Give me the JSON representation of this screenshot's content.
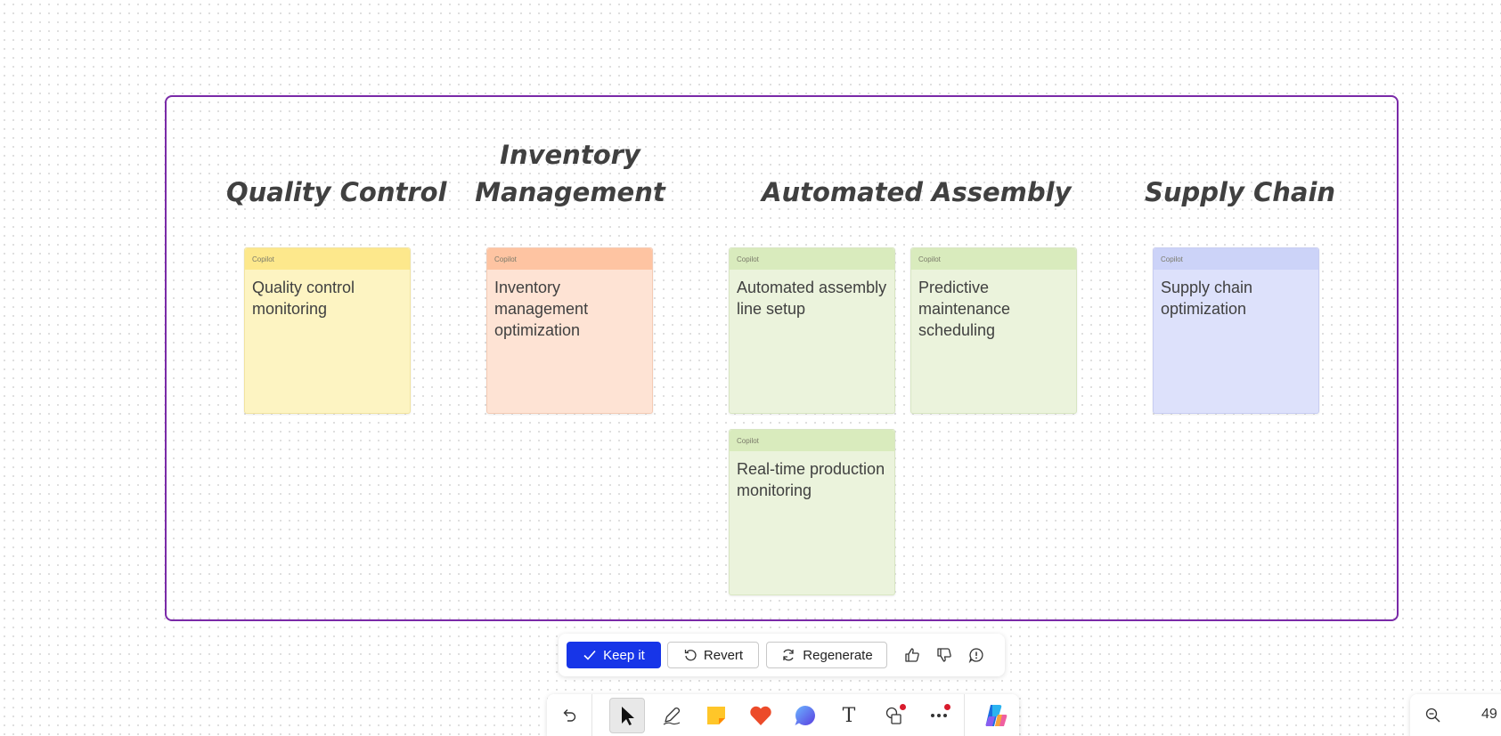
{
  "board": {
    "columns": [
      {
        "title_lines": [
          "Quality Control"
        ]
      },
      {
        "title_lines": [
          "Inventory",
          "Management"
        ]
      },
      {
        "title_lines": [
          "Automated Assembly"
        ]
      },
      {
        "title_lines": [
          "Supply Chain"
        ]
      }
    ],
    "notes": [
      {
        "author": "Copilot",
        "text": "Quality control monitoring",
        "color": "#fdf4c2"
      },
      {
        "author": "Copilot",
        "text": "Inventory management optimization",
        "color": "#fee3d4"
      },
      {
        "author": "Copilot",
        "text": "Automated assembly line setup",
        "color": "#ebf3dc"
      },
      {
        "author": "Copilot",
        "text": "Predictive maintenance scheduling",
        "color": "#ebf3dc"
      },
      {
        "author": "Copilot",
        "text": "Real-time production monitoring",
        "color": "#ebf3dc"
      },
      {
        "author": "Copilot",
        "text": "Supply chain optimization",
        "color": "#dde1fb"
      }
    ],
    "frame_color": "#7a2aa8"
  },
  "ai_bar": {
    "keep_label": "Keep it",
    "revert_label": "Revert",
    "regenerate_label": "Regenerate",
    "keep_color": "#1735e8",
    "icons": [
      "check-icon",
      "revert-icon",
      "regenerate-icon",
      "thumbs-up-icon",
      "thumbs-down-icon",
      "feedback-icon"
    ]
  },
  "toolbar": {
    "tools": [
      "undo-icon",
      "select-arrow-icon",
      "pen-icon",
      "sticky-note-icon",
      "reaction-heart-icon",
      "comment-icon",
      "text-icon",
      "shapes-icon",
      "more-icon",
      "copilot-icon"
    ],
    "text_tool_glyph": "T",
    "active_tool": "select-arrow-icon"
  },
  "zoom": {
    "level_text": "49"
  }
}
